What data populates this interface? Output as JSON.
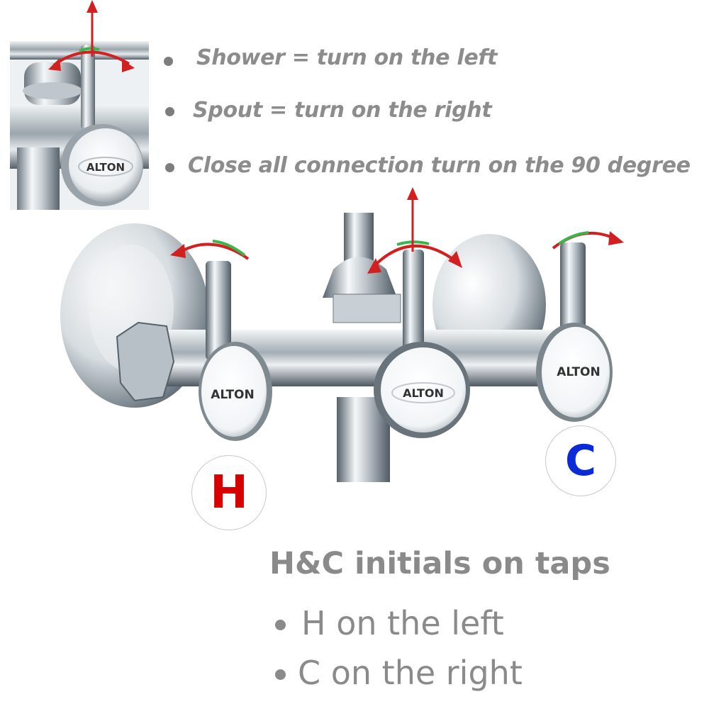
{
  "instructions": [
    {
      "text": "Shower = turn on the left"
    },
    {
      "text": "Spout = turn on the right"
    },
    {
      "text": "Close all connection turn on the 90 degree"
    }
  ],
  "badges": {
    "hot": {
      "letter": "H",
      "color": "#d60000"
    },
    "cold": {
      "letter": "C",
      "color": "#0a2bd6"
    }
  },
  "brand": {
    "left_knob": "ALTON",
    "right_knob": "ALTON",
    "center_knob": "ALTON",
    "inset_knob": "ALTON"
  },
  "heading": "H&C initials on taps",
  "bottom_items": [
    {
      "text": "H on the left"
    },
    {
      "text": "C on the right"
    }
  ],
  "colors": {
    "arrow_red": "#d21f1f",
    "arrow_green": "#3bb54a",
    "chrome_dark": "#5e6b73",
    "chrome_light": "#f2f5f7",
    "text_gray": "#8a8a8a"
  }
}
